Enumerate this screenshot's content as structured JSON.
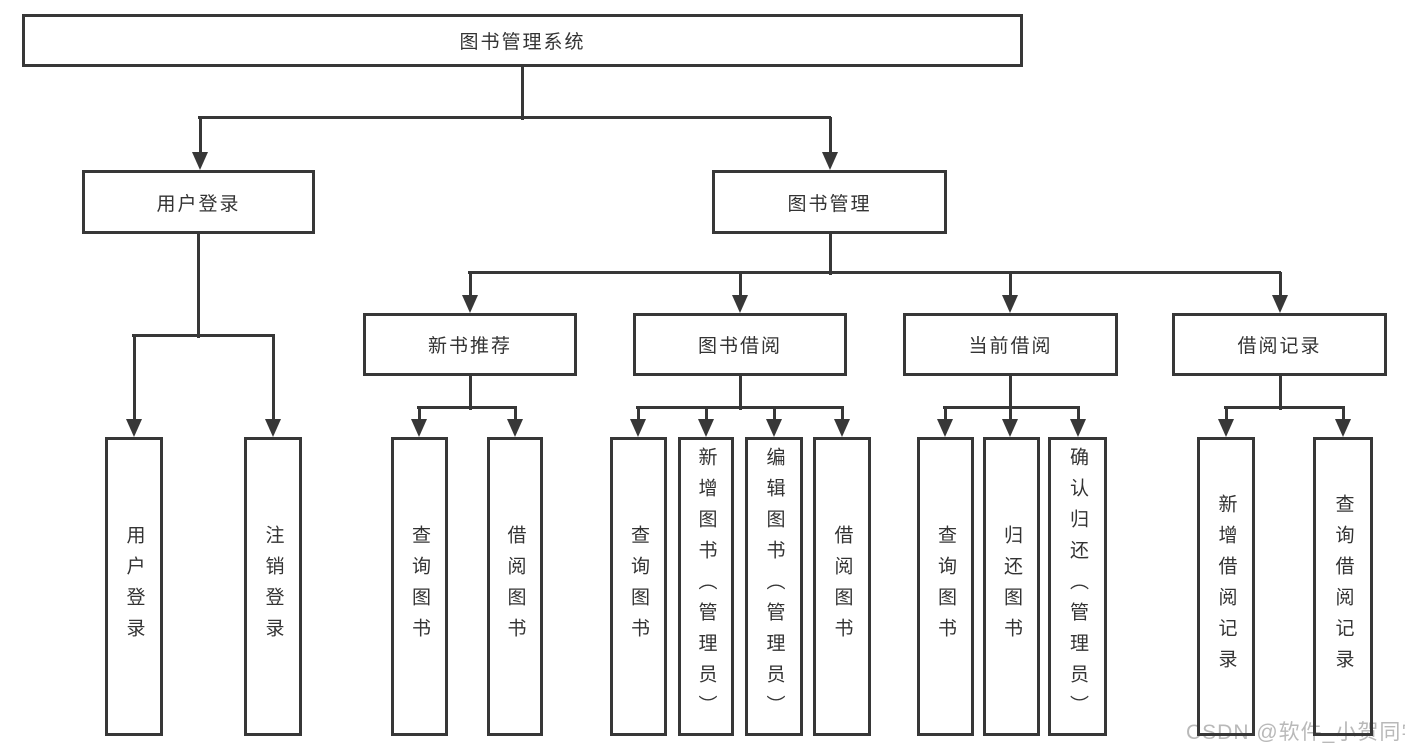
{
  "diagram_title": "图书管理系统",
  "tree": {
    "root": {
      "label": "图书管理系统"
    },
    "branches": [
      {
        "label": "用户登录",
        "children": [
          {
            "label": "用户登录"
          },
          {
            "label": "注销登录"
          }
        ]
      },
      {
        "label": "图书管理",
        "children": [
          {
            "label": "新书推荐",
            "children": [
              {
                "label": "查询图书"
              },
              {
                "label": "借阅图书"
              }
            ]
          },
          {
            "label": "图书借阅",
            "children": [
              {
                "label": "查询图书"
              },
              {
                "label": "新增图书（管理员）"
              },
              {
                "label": "编辑图书（管理员）"
              },
              {
                "label": "借阅图书"
              }
            ]
          },
          {
            "label": "当前借阅",
            "children": [
              {
                "label": "查询图书"
              },
              {
                "label": "归还图书"
              },
              {
                "label": "确认归还（管理员）"
              }
            ]
          },
          {
            "label": "借阅记录",
            "children": [
              {
                "label": "新增借阅记录"
              },
              {
                "label": "查询借阅记录"
              }
            ]
          }
        ]
      }
    ]
  },
  "watermark": {
    "text": "CSDN @软件_小贺同学"
  },
  "colors": {
    "line": "#373737",
    "text": "#333333",
    "watermark": "#b9b9b9",
    "background": "#ffffff"
  }
}
